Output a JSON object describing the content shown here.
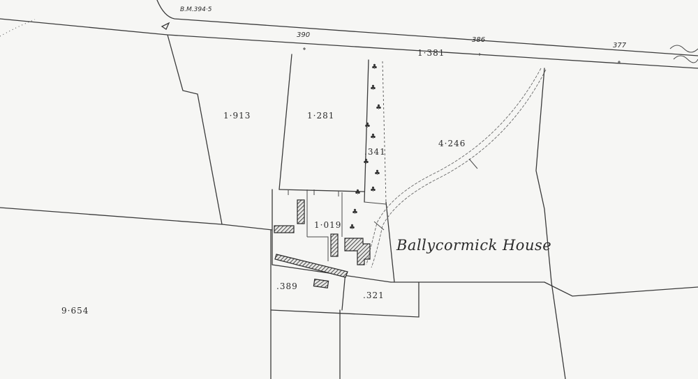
{
  "map": {
    "place_name": "Ballycormick House",
    "benchmark": "B.M.394·5",
    "spot_heights": [
      "390",
      "386",
      "377"
    ],
    "parcel_areas": {
      "north_west": "1·913",
      "north_center": "1·281",
      "road_strip": "1·381",
      "tree_strip": ".341",
      "north_east": "4·246",
      "house_yard": "1·019",
      "south_west_large": "9·654",
      "south_small_a": ".389",
      "south_small_b": ".321"
    },
    "tree_symbol": "♣",
    "colors": {
      "paper": "#f6f6f4",
      "ink": "#2b2b2b"
    }
  }
}
